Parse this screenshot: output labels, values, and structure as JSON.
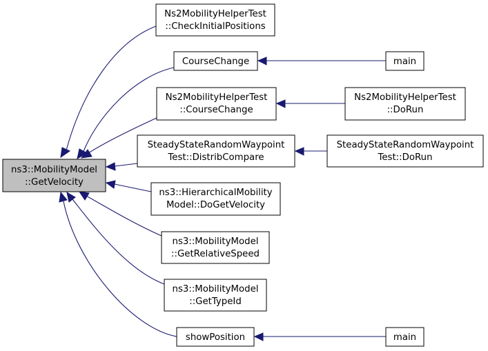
{
  "graph": {
    "nodes": {
      "root": {
        "lines": [
          "ns3::MobilityModel",
          "::GetVelocity"
        ]
      },
      "n1": {
        "lines": [
          "Ns2MobilityHelperTest",
          "::CheckInitialPositions"
        ]
      },
      "n2": {
        "lines": [
          "CourseChange"
        ]
      },
      "n3": {
        "lines": [
          "Ns2MobilityHelperTest",
          "::CourseChange"
        ]
      },
      "n4": {
        "lines": [
          "SteadyStateRandomWaypoint",
          "Test::DistribCompare"
        ]
      },
      "n5": {
        "lines": [
          "ns3::HierarchicalMobility",
          "Model::DoGetVelocity"
        ]
      },
      "n6": {
        "lines": [
          "ns3::MobilityModel",
          "::GetRelativeSpeed"
        ]
      },
      "n7": {
        "lines": [
          "ns3::MobilityModel",
          "::GetTypeId"
        ]
      },
      "n8": {
        "lines": [
          "showPosition"
        ]
      },
      "n9": {
        "lines": [
          "main"
        ]
      },
      "n10": {
        "lines": [
          "Ns2MobilityHelperTest",
          "::DoRun"
        ]
      },
      "n11": {
        "lines": [
          "SteadyStateRandomWaypoint",
          "Test::DoRun"
        ]
      },
      "n12": {
        "lines": [
          "main"
        ]
      }
    },
    "edge_color": "#191970",
    "root_fill": "#bfbfbf"
  }
}
